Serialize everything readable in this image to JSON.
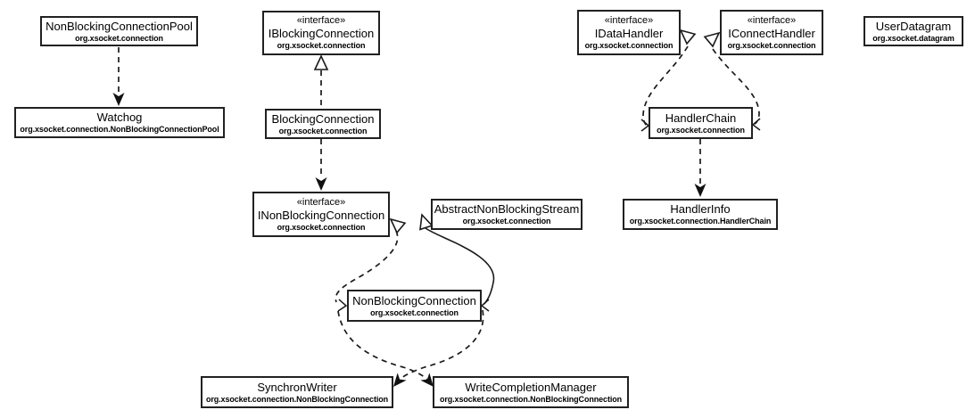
{
  "diagram_type": "uml-class-diagram",
  "colors": {
    "background": "#ffffff",
    "box_border": "#212121",
    "box_fill": "#ffffff",
    "line": "#1a1a1a",
    "text": "#000000"
  },
  "nodes": [
    {
      "id": "NonBlockingConnectionPool",
      "stereotype": "",
      "name": "NonBlockingConnectionPool",
      "package": "org.xsocket.connection"
    },
    {
      "id": "Watchog",
      "stereotype": "",
      "name": "Watchog",
      "package": "org.xsocket.connection.NonBlockingConnectionPool"
    },
    {
      "id": "IBlockingConnection",
      "stereotype": "«interface»",
      "name": "IBlockingConnection",
      "package": "org.xsocket.connection"
    },
    {
      "id": "BlockingConnection",
      "stereotype": "",
      "name": "BlockingConnection",
      "package": "org.xsocket.connection"
    },
    {
      "id": "INonBlockingConnection",
      "stereotype": "«interface»",
      "name": "INonBlockingConnection",
      "package": "org.xsocket.connection"
    },
    {
      "id": "AbstractNonBlockingStream",
      "stereotype": "",
      "name": "AbstractNonBlockingStream",
      "package": "org.xsocket.connection"
    },
    {
      "id": "NonBlockingConnection",
      "stereotype": "",
      "name": "NonBlockingConnection",
      "package": "org.xsocket.connection"
    },
    {
      "id": "SynchronWriter",
      "stereotype": "",
      "name": "SynchronWriter",
      "package": "org.xsocket.connection.NonBlockingConnection"
    },
    {
      "id": "WriteCompletionManager",
      "stereotype": "",
      "name": "WriteCompletionManager",
      "package": "org.xsocket.connection.NonBlockingConnection"
    },
    {
      "id": "IDataHandler",
      "stereotype": "«interface»",
      "name": "IDataHandler",
      "package": "org.xsocket.connection"
    },
    {
      "id": "IConnectHandler",
      "stereotype": "«interface»",
      "name": "IConnectHandler",
      "package": "org.xsocket.connection"
    },
    {
      "id": "HandlerChain",
      "stereotype": "",
      "name": "HandlerChain",
      "package": "org.xsocket.connection"
    },
    {
      "id": "HandlerInfo",
      "stereotype": "",
      "name": "HandlerInfo",
      "package": "org.xsocket.connection.HandlerChain"
    },
    {
      "id": "UserDatagram",
      "stereotype": "",
      "name": "UserDatagram",
      "package": "org.xsocket.datagram"
    }
  ],
  "edges": [
    {
      "from": "NonBlockingConnectionPool",
      "to": "Watchog",
      "type": "dependency",
      "style": "dashed-filled-arrow"
    },
    {
      "from": "BlockingConnection",
      "to": "IBlockingConnection",
      "type": "realization",
      "style": "dashed-hollow-triangle"
    },
    {
      "from": "BlockingConnection",
      "to": "INonBlockingConnection",
      "type": "dependency",
      "style": "dashed-filled-arrow"
    },
    {
      "from": "NonBlockingConnection",
      "to": "INonBlockingConnection",
      "type": "realization",
      "style": "dashed-hollow-triangle"
    },
    {
      "from": "NonBlockingConnection",
      "to": "AbstractNonBlockingStream",
      "type": "generalization",
      "style": "solid-hollow-triangle"
    },
    {
      "from": "NonBlockingConnection",
      "to": "SynchronWriter",
      "type": "dependency",
      "style": "dashed-filled-arrow"
    },
    {
      "from": "NonBlockingConnection",
      "to": "WriteCompletionManager",
      "type": "dependency",
      "style": "dashed-filled-arrow"
    },
    {
      "from": "HandlerChain",
      "to": "IDataHandler",
      "type": "realization",
      "style": "dashed-hollow-triangle"
    },
    {
      "from": "HandlerChain",
      "to": "IConnectHandler",
      "type": "realization",
      "style": "dashed-hollow-triangle"
    },
    {
      "from": "HandlerChain",
      "to": "HandlerInfo",
      "type": "dependency",
      "style": "dashed-filled-arrow"
    }
  ]
}
